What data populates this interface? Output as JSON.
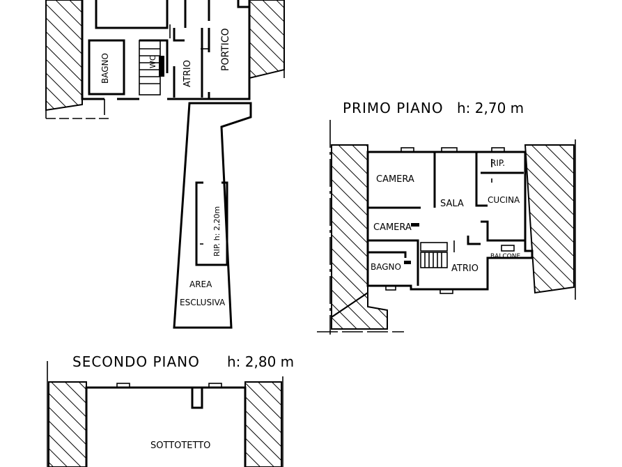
{
  "ground_floor": {
    "rooms": {
      "bagno": "BAGNO",
      "wc": "WC",
      "atrio": "ATRIO",
      "portico": "PORTICO",
      "ripostiglio": "RIP. h: 2,20m",
      "area_title": "AREA",
      "area_subtitle": "ESCLUSIVA"
    }
  },
  "first_floor": {
    "title": "PRIMO PIANO",
    "height": "h: 2,70 m",
    "rooms": {
      "camera1": "CAMERA",
      "camera2": "CAMERA",
      "sala": "SALA",
      "rip": "RIP.",
      "cucina": "CUCINA",
      "bagno": "BAGNO",
      "atrio": "ATRIO",
      "balcone": "BALCONE"
    }
  },
  "second_floor": {
    "title": "SECONDO PIANO",
    "height": "h: 2,80 m",
    "rooms": {
      "sottotetto": "SOTTOTETTO"
    }
  }
}
